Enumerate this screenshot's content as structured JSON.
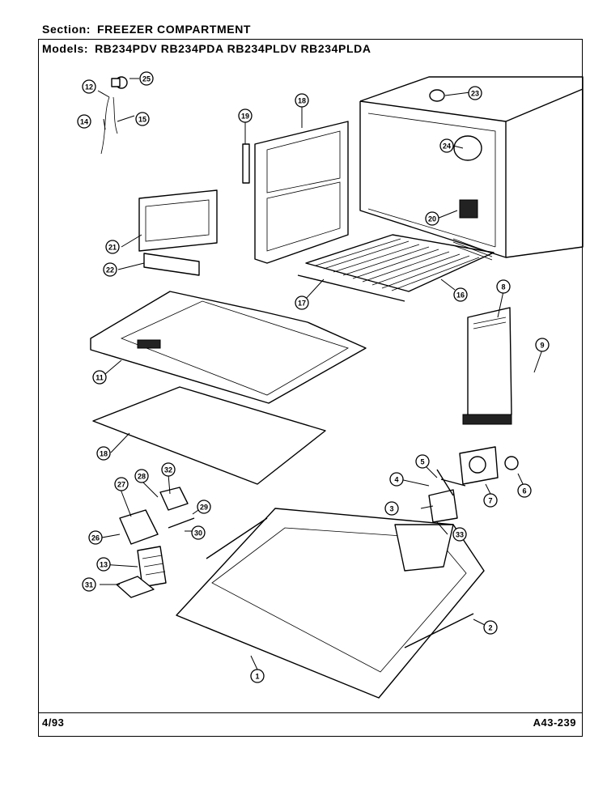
{
  "section": {
    "label": "Section:",
    "value": "FREEZER COMPARTMENT"
  },
  "models": {
    "label": "Models:",
    "value": "RB234PDV RB234PDA RB234PLDV RB234PLDA"
  },
  "footer": {
    "date": "4/93",
    "diagram_number": "A43-239"
  },
  "callouts": [
    "1",
    "2",
    "3",
    "4",
    "5",
    "6",
    "7",
    "8",
    "9",
    "11",
    "12",
    "13",
    "14",
    "15",
    "16",
    "17",
    "18",
    "18",
    "19",
    "20",
    "21",
    "22",
    "23",
    "24",
    "25",
    "26",
    "27",
    "28",
    "29",
    "30",
    "31",
    "32",
    "33"
  ]
}
